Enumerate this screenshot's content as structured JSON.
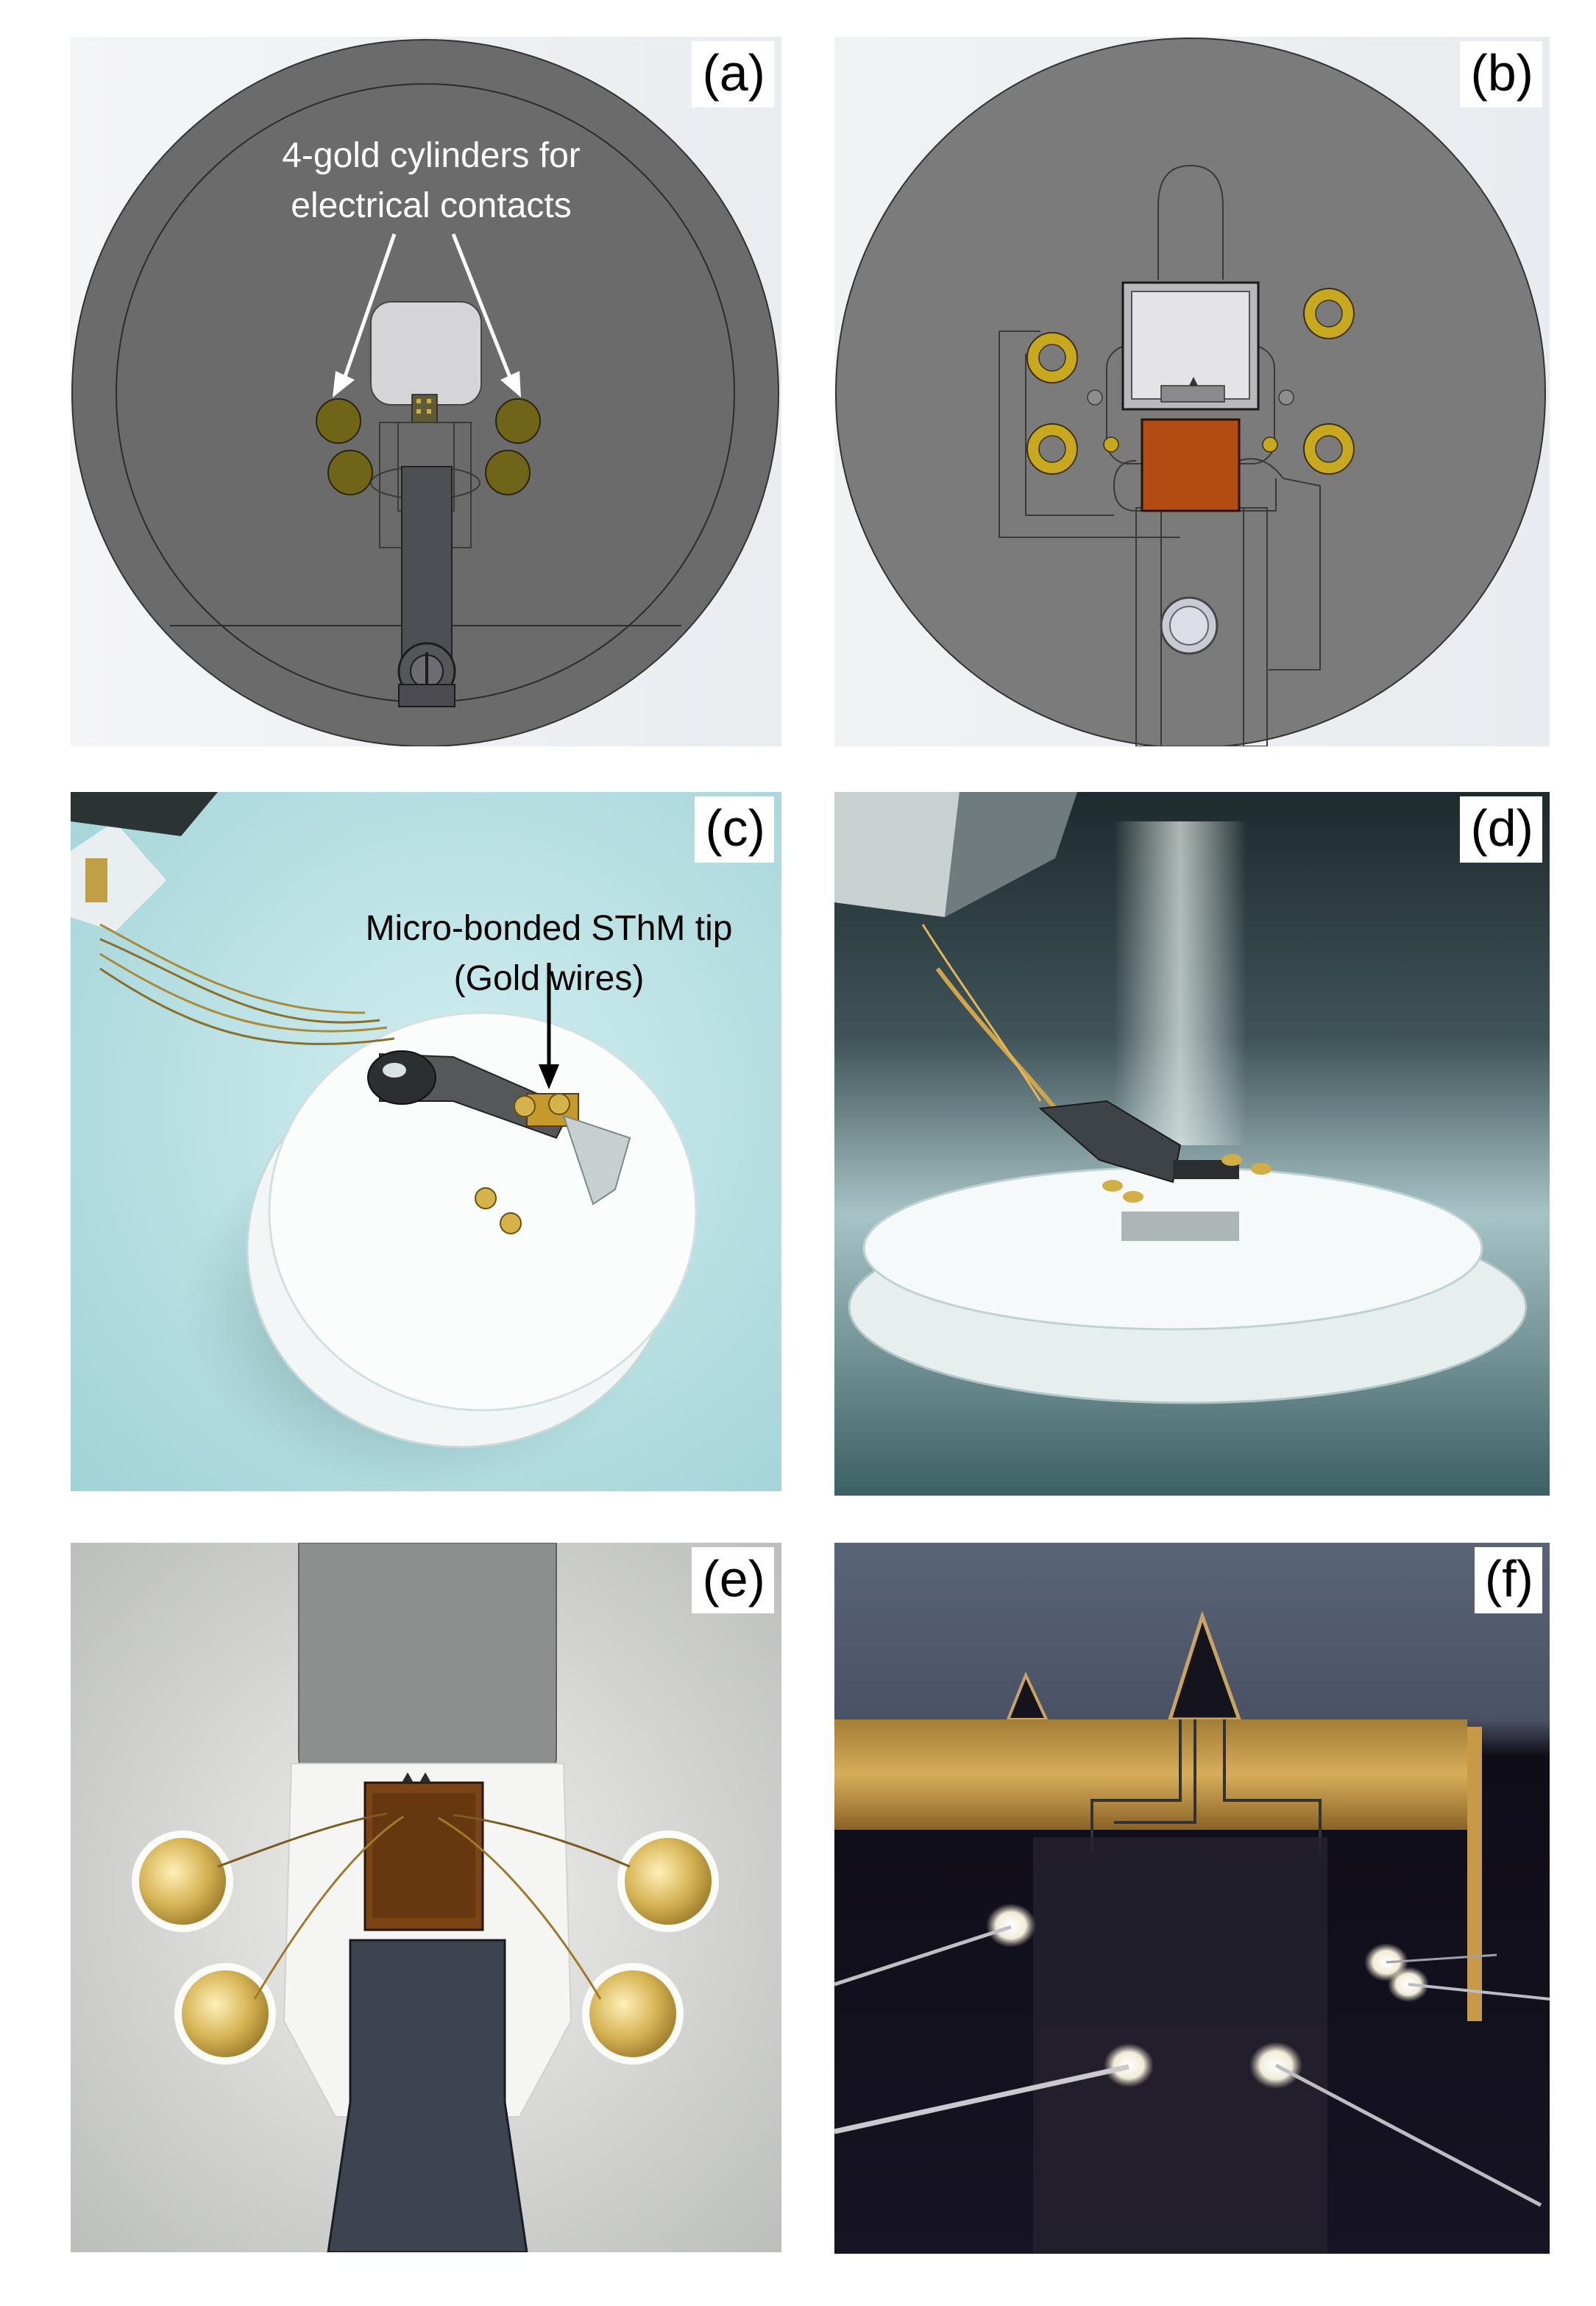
{
  "panels": {
    "a": {
      "label": "(a)",
      "annotation_line1": "4-gold cylinders for",
      "annotation_line2": "electrical contacts"
    },
    "b": {
      "label": "(b)"
    },
    "c": {
      "label": "(c)",
      "annotation_line1": "Micro-bonded SThM tip",
      "annotation_line2": "(Gold wires)"
    },
    "d": {
      "label": "(d)"
    },
    "e": {
      "label": "(e)"
    },
    "f": {
      "label": "(f)"
    }
  },
  "colors": {
    "cad_background": "#7a7a7a",
    "cad_disk": "#6e6e6e",
    "gold": "#c8a81e",
    "dark_gold": "#6f6418",
    "copper": "#b34c12",
    "holder_white": "#eef3f3",
    "photo_background_c": "#b9e1e3",
    "photo_background_d": "#2b3b40",
    "photo_background_e": "#9aa09d",
    "photo_background_f": "#1d1a2a"
  }
}
